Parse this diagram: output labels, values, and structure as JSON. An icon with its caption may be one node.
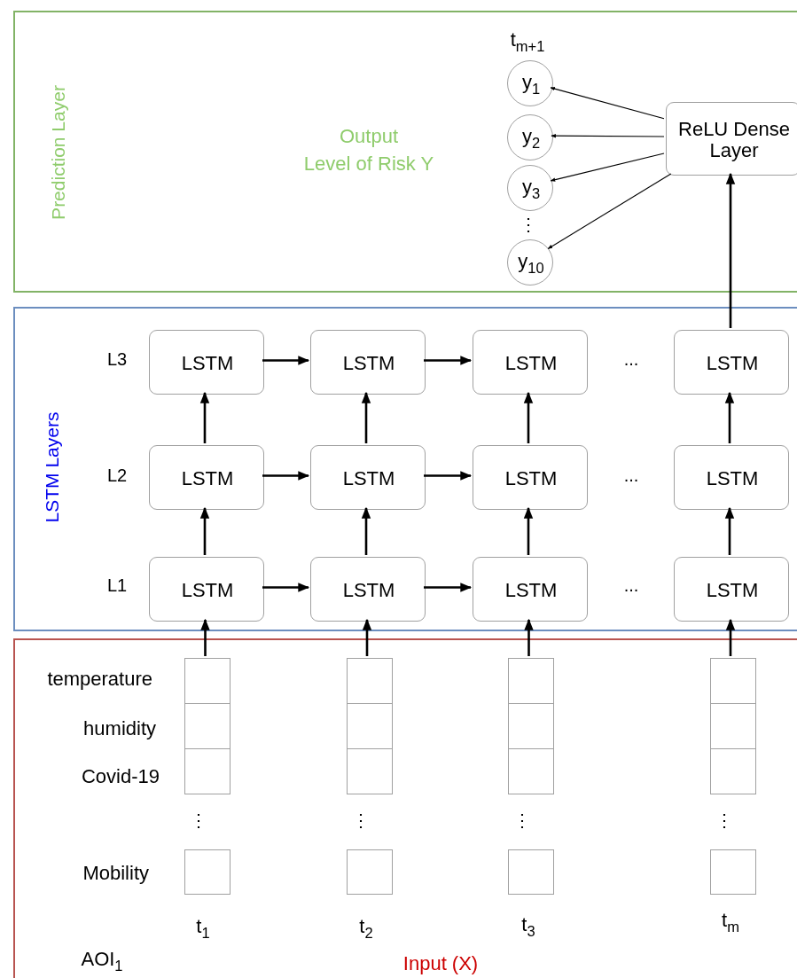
{
  "diagram": {
    "nodes": [
      {
        "text": [
          "Prediction Layer",
          "Output",
          "Level of Risk Y"
        ]
      },
      {
        "text": [
          "y$_{1}$"
        ],
        "in": 0
      },
      {
        "text": [
          "y$_{2}$"
        ],
        "in": 0
      },
      {
        "text": [
          "y$_{3}$"
        ],
        "in": 0
      },
      {
        "text": [
          "y$_{10}$"
        ],
        "in": 0
      },
      {
        "text": [
          "ReLU Dense Layer"
        ],
        "in": 0
      },
      {
        "text": [
          "LSTM Layers"
        ]
      },
      {
        "text": [
          "LSTM"
        ],
        "in": 6
      },
      {
        "text": [
          "LSTM"
        ],
        "in": 6
      },
      {
        "text": [
          "LSTM"
        ],
        "in": 6
      },
      {
        "text": [
          "LSTM"
        ],
        "in": 6
      },
      {
        "text": [
          "LSTM"
        ],
        "in": 6
      },
      {
        "text": [
          "LSTM"
        ],
        "in": 6
      },
      {
        "text": [
          "LSTM"
        ],
        "in": 6
      },
      {
        "text": [
          "LSTM"
        ],
        "in": 6
      },
      {
        "text": [
          "LSTM"
        ],
        "in": 6
      },
      {
        "text": [
          "LSTM"
        ],
        "in": 6
      },
      {
        "text": [
          "LSTM"
        ],
        "in": 6
      },
      {
        "text": [
          "LSTM"
        ],
        "in": 6
      },
      {
        "text": [
          "Input (X)"
        ]
      },
      {
        "text": [],
        "shape": "box",
        "in": 19
      },
      {
        "text": [],
        "shape": "box",
        "in": 19
      },
      {
        "text": [],
        "shape": "box",
        "in": 19
      },
      {
        "text": [],
        "shape": "box",
        "in": 19
      },
      {
        "text": [],
        "shape": "box",
        "in": 19
      },
      {
        "text": [],
        "shape": "box",
        "in": 19
      },
      {
        "text": [],
        "shape": "box",
        "in": 19
      },
      {
        "text": [],
        "shape": "box",
        "in": 19
      }
    ],
    "edges": [
      {
        "from": 5,
        "to": 1,
        "arrow": "to"
      },
      {
        "from": 5,
        "to": 2,
        "arrow": "to"
      },
      {
        "from": 5,
        "to": 3,
        "arrow": "to"
      },
      {
        "from": 5,
        "to": 4,
        "arrow": "to"
      },
      {
        "from": 10,
        "to": 5,
        "arrow": "to"
      },
      {
        "from": 7,
        "to": 8,
        "arrow": "to"
      },
      {
        "from": 8,
        "to": 9,
        "arrow": "to"
      },
      {
        "from": 11,
        "to": 12,
        "arrow": "to"
      },
      {
        "from": 12,
        "to": 13,
        "arrow": "to"
      },
      {
        "from": 15,
        "to": 16,
        "arrow": "to"
      },
      {
        "from": 16,
        "to": 17,
        "arrow": "to"
      },
      {
        "from": 11,
        "to": 7,
        "arrow": "to"
      },
      {
        "from": 12,
        "to": 8,
        "arrow": "to"
      },
      {
        "from": 13,
        "to": 9,
        "arrow": "to"
      },
      {
        "from": 14,
        "to": 10,
        "arrow": "to"
      },
      {
        "from": 15,
        "to": 11,
        "arrow": "to"
      },
      {
        "from": 16,
        "to": 12,
        "arrow": "to"
      },
      {
        "from": 17,
        "to": 13,
        "arrow": "to"
      },
      {
        "from": 18,
        "to": 14,
        "arrow": "to"
      },
      {
        "from": 20,
        "to": 15,
        "arrow": "to"
      },
      {
        "from": 21,
        "to": 16,
        "arrow": "to"
      },
      {
        "from": 22,
        "to": 17,
        "arrow": "to"
      },
      {
        "from": 23,
        "to": 18,
        "arrow": "to"
      }
    ],
    "labels": [
      "t$_{m+1}$",
      "⋮",
      "L3",
      "...",
      "L2",
      "...",
      "L1",
      "...",
      "temperature",
      "humidity",
      "Covid-19",
      "⋮",
      "⋮",
      "⋮",
      "⋮",
      "Mobility",
      "t$_{1}$",
      "t$_{2}$",
      "t$_{3}$",
      "t$_{m}$",
      "AOI$_{1}$"
    ]
  }
}
